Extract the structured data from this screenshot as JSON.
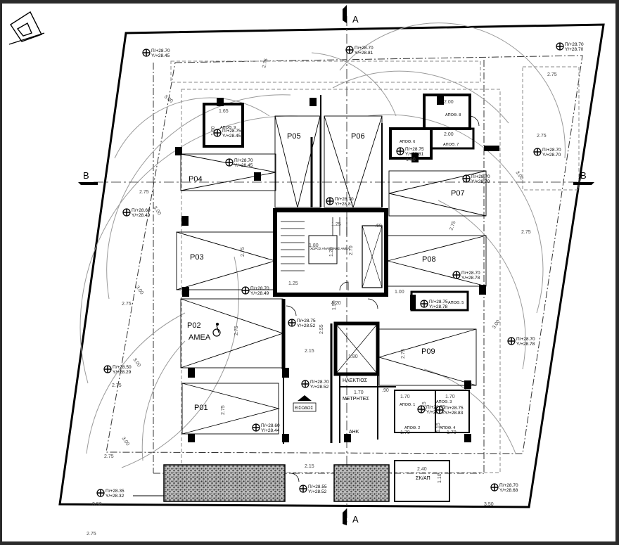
{
  "sections": {
    "a_top": "A",
    "a_bottom": "A",
    "b_left": "B",
    "b_right": "B"
  },
  "parking": {
    "p01": "P01",
    "p02": "P02",
    "p02_sub": "ΑΜΕΑ",
    "p03": "P03",
    "p04": "P04",
    "p05": "P05",
    "p06": "P06",
    "p07": "P07",
    "p08": "P08",
    "p09": "P09"
  },
  "rooms": {
    "stair_area": "ΧΩΡΟΣ ΑΝΑΜΟΝΗΣ ΑΜΕΑ",
    "electrical": "ΗΛΕΚΤ/ΟΣ",
    "meters": "ΜΕΤΡΗΤΕΣ",
    "ahk": "ΑΗΚ",
    "entrance": "ΕΙΣΟΔΟΣ",
    "refuse": "ΣΚ/ΑΠ",
    "storage_9a": "ΑΠΟΘ. 9",
    "storage_8": "ΑΠΟΘ. 8",
    "storage_6": "ΑΠΟΘ. 6",
    "storage_7": "ΑΠΟΘ. 7",
    "storage_5": "ΑΠΟΘ. 5",
    "storage_1": "ΑΠΟΘ. 1",
    "storage_3": "ΑΠΟΘ. 3",
    "storage_2": "ΑΠΟΘ. 2",
    "storage_4": "ΑΠΟΘ. 4"
  },
  "levels": [
    {
      "p": "Π/+28.70",
      "y": "Υ/+28.45"
    },
    {
      "p": "Π/+28.70",
      "y": "Υ/+28.81"
    },
    {
      "p": "Π/+28.70",
      "y": "Υ/+28.70"
    },
    {
      "p": "Π/+28.75",
      "y": "Υ/+28.45"
    },
    {
      "p": "Π/+28.70",
      "y": "Υ/+28.45"
    },
    {
      "p": "Π/+28.75",
      "y": "Υ/+28.81"
    },
    {
      "p": "Π/+28.70",
      "y": "Υ/+28.70"
    },
    {
      "p": "Π/+28.70",
      "y": "Υ/+28.70"
    },
    {
      "p": "Π/+28.60",
      "y": "Υ/+28.49"
    },
    {
      "p": "Π/+28.70",
      "y": "Υ/+28.81"
    },
    {
      "p": "Π/+28.70",
      "y": "Υ/+28.49"
    },
    {
      "p": "Π/+28.70",
      "y": "Υ/+28.78"
    },
    {
      "p": "Π/+28.75",
      "y": "Υ/+28.78"
    },
    {
      "p": "Π/+28.75",
      "y": "Υ/+28.52"
    },
    {
      "p": "Π/+28.70",
      "y": "Υ/+28.78"
    },
    {
      "p": "Π/+28.50",
      "y": "Υ/+28.29"
    },
    {
      "p": "Π/+28.70",
      "y": "Υ/+28.52"
    },
    {
      "p": "Π/+28.75",
      "y": "Υ/+28.52"
    },
    {
      "p": "Π/+28.75",
      "y": "Υ/+28.83"
    },
    {
      "p": "Π/+28.60",
      "y": "Υ/+28.44"
    },
    {
      "p": "Π/+28.35",
      "y": "Υ/+28.32"
    },
    {
      "p": "Π/+28.55",
      "y": "Υ/+28.52"
    },
    {
      "p": "Π/+28.70",
      "y": "Υ/+28.68"
    }
  ],
  "dims": {
    "d275": "2.75",
    "d300": "3.00",
    "d350": "3.50",
    "d215": "2.15",
    "d240": "2.40",
    "d200": "2.00",
    "d160": "1.60",
    "d165": "1.65",
    "d170": "1.70",
    "d180": "1.80",
    "d125": "1.25",
    "d150": "1.50",
    "d120": "1.20",
    "d100": "1.00",
    "d420": "4.20",
    "d270": "2.70",
    "d255": "2.55",
    "d090": ".90",
    "d115": "1.15",
    "d110": "1.10",
    "d060": ".60"
  }
}
